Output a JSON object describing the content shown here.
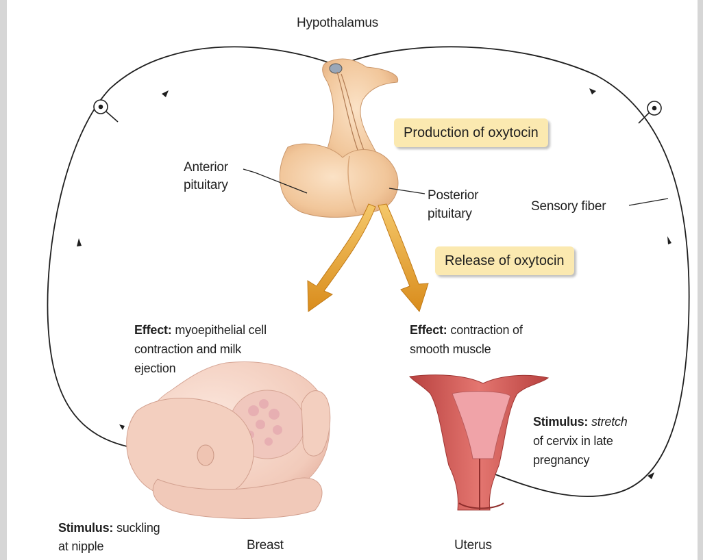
{
  "labels": {
    "hypothalamus": "Hypothalamus",
    "anterior_pituitary": [
      "Anterior",
      "pituitary"
    ],
    "posterior_pituitary": [
      "Posterior",
      "pituitary"
    ],
    "sensory_fiber": "Sensory fiber",
    "production_box": "Production of oxytocin",
    "release_box": "Release of oxytocin",
    "breast": "Breast",
    "uterus": "Uterus"
  },
  "effects": {
    "left": {
      "prefix": "Effect:",
      "lines": [
        " myoepithelial cell",
        "contraction and milk",
        "ejection"
      ]
    },
    "right": {
      "prefix": "Effect:",
      "lines": [
        " contraction of",
        "smooth muscle"
      ]
    }
  },
  "stimuli": {
    "left": {
      "prefix": "Stimulus:",
      "lines": [
        " suckling",
        "at nipple"
      ]
    },
    "right": {
      "prefix": "Stimulus:",
      "lines": [
        " stretch",
        "of cervix in late",
        "pregnancy"
      ]
    }
  },
  "colors": {
    "gland": "#f4cfa6",
    "arrow": "#e2a23a",
    "box": "#fbe9b0",
    "uterus": "#d9605c",
    "skin": "#f6d6c9",
    "line": "#1f1f1f"
  },
  "icons": [
    "neuron-body-icon",
    "direction-arrow-icon",
    "release-arrow-icon"
  ]
}
